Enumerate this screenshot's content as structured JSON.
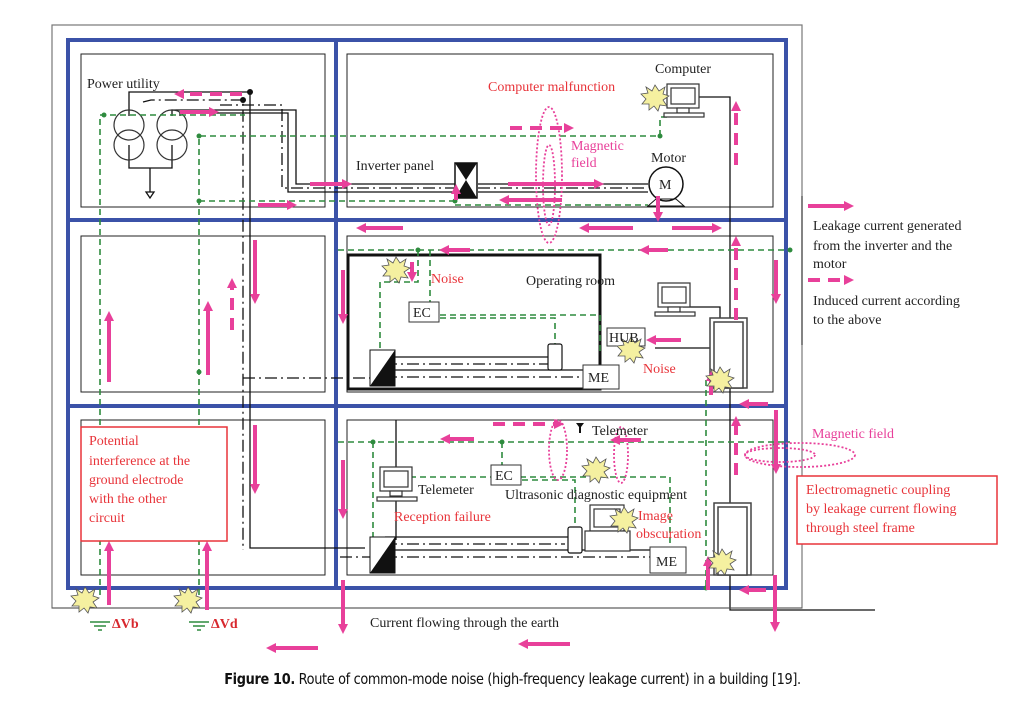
{
  "figure": {
    "caption_label": "Figure 10.",
    "caption_text": " Route of common-mode noise (high-frequency leakage current) in a building [19]."
  },
  "labels": {
    "power_utility": "Power utility",
    "computer": "Computer",
    "computer_malfunction": "Computer malfunction",
    "magnetic_field_1": "Magnetic",
    "magnetic_field_2": "field",
    "inverter_panel": "Inverter panel",
    "motor": "Motor",
    "motor_symbol": "M",
    "noise_1": "Noise",
    "operating_room": "Operating room",
    "ec": "EC",
    "hub": "HUB",
    "me": "ME",
    "noise_2": "Noise",
    "telemeter_top": "Telemeter",
    "telemeter_left": "Telemeter",
    "ultrasonic": "Ultrasonic diagnostic equipment",
    "reception_failure": "Reception failure",
    "image_obscuration_1": "Image",
    "image_obscuration_2": "obscuration",
    "magnetic_field_right": "Magnetic field",
    "earth_current": "Current flowing through the earth",
    "delta_vb": "ΔVb",
    "delta_vd": "ΔVd"
  },
  "callouts": {
    "potential": [
      "Potential",
      "interference at the",
      "ground electrode",
      "with the other",
      "circuit"
    ],
    "electromagnetic": [
      "Electromagnetic coupling",
      "by leakage current flowing",
      "through steel frame"
    ]
  },
  "legend": {
    "items": [
      {
        "style": "solid",
        "lines": [
          "Leakage current generated",
          "from the inverter and the",
          "motor"
        ]
      },
      {
        "style": "dashed",
        "lines": [
          "Induced current according",
          "to the above"
        ]
      }
    ]
  },
  "colors": {
    "frame_blue": "#3b52a8",
    "current_pink": "#e8409a",
    "ground_green": "#2e8b3e",
    "noise_yellow": "#f5f0a0",
    "callout_red": "#e8343a"
  }
}
